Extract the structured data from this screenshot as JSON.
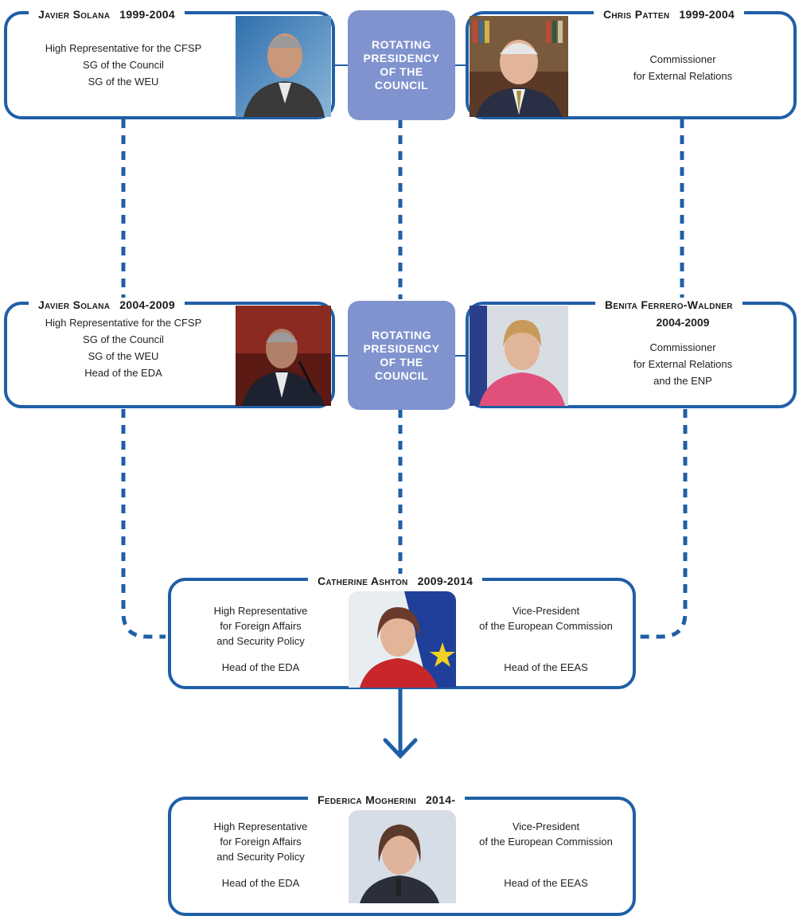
{
  "colors": {
    "border": "#1f5fa6",
    "rotating_box": "#8093cf"
  },
  "solana1": {
    "name": "Javier Solana",
    "years": "1999-2004",
    "roles": [
      "High Representative for the CFSP",
      "SG of the Council",
      "SG of the WEU"
    ]
  },
  "rotating1": {
    "lines": [
      "ROTATING",
      "PRESIDENCY",
      "OF THE",
      "COUNCIL"
    ]
  },
  "patten": {
    "name": "Chris Patten",
    "years": "1999-2004",
    "roles": [
      "Commissioner",
      "for External Relations"
    ]
  },
  "solana2": {
    "name": "Javier Solana",
    "years": "2004-2009",
    "roles": [
      "High Representative for the CFSP",
      "SG of the Council",
      "SG of the WEU",
      "Head of the EDA"
    ]
  },
  "rotating2": {
    "lines": [
      "ROTATING",
      "PRESIDENCY",
      "OF THE",
      "COUNCIL"
    ]
  },
  "ferrero": {
    "name": "Benita Ferrero-Waldner",
    "years": "2004-2009",
    "roles": [
      "Commissioner",
      "for External Relations",
      "and the ENP"
    ]
  },
  "ashton": {
    "name": "Catherine Ashton",
    "years": "2009-2014",
    "left": [
      "High Representative",
      "for Foreign Affairs",
      "and Security Policy"
    ],
    "left_extra": "Head of the EDA",
    "right": [
      "Vice-President",
      "of the European Commission"
    ],
    "right_extra": "Head of the EEAS"
  },
  "mogherini": {
    "name": "Federica Mogherini",
    "years": "2014-",
    "left": [
      "High Representative",
      "for Foreign Affairs",
      "and Security Policy"
    ],
    "left_extra": "Head of the EDA",
    "right": [
      "Vice-President",
      "of the European Commission"
    ],
    "right_extra": "Head of the EEAS"
  }
}
